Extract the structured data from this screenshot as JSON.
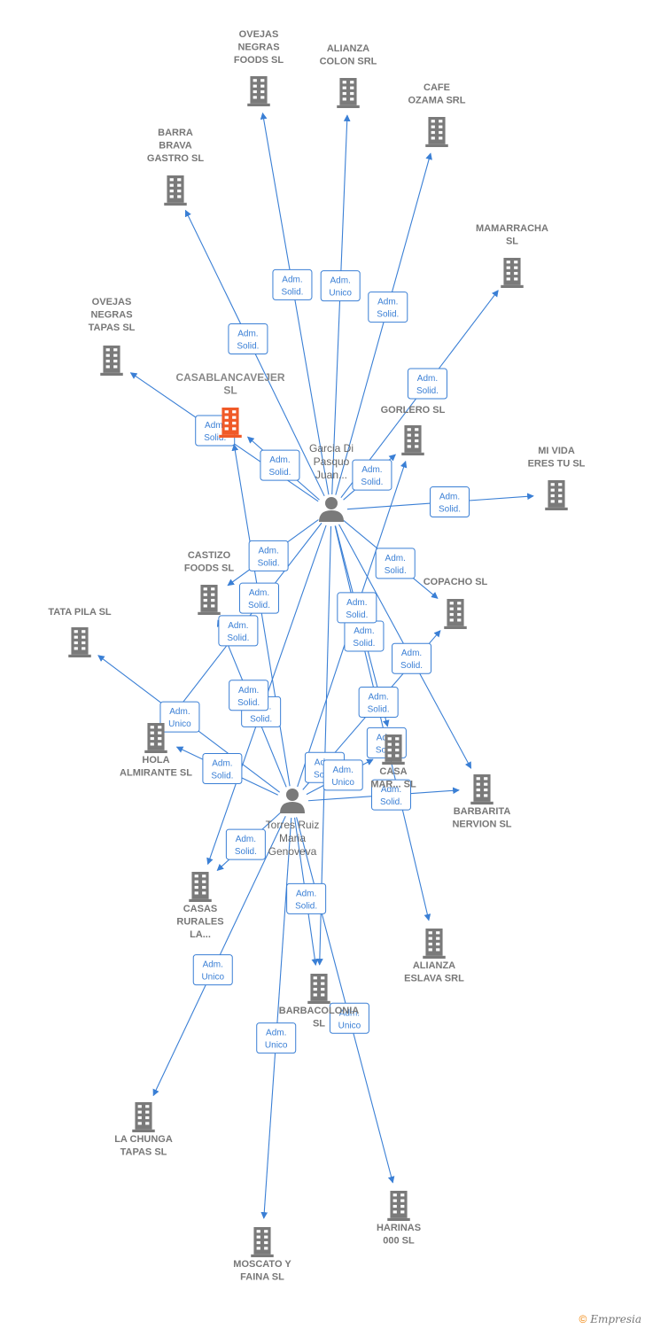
{
  "colors": {
    "edge": "#3a7fd5",
    "building": "#7a7a7a",
    "building_focus": "#f05a28",
    "person": "#7a7a7a",
    "label": "#777777",
    "edge_label_bg": "#ffffff"
  },
  "persons": [
    {
      "id": "garcia",
      "label_lines": [
        "Garcia Di",
        "Pasquo",
        "Juan..."
      ]
    },
    {
      "id": "torres",
      "label_lines": [
        "Torres Ruiz",
        "Maria",
        "Genoveva"
      ]
    }
  ],
  "companies": [
    {
      "id": "ovejas_foods",
      "label_lines": [
        "OVEJAS",
        "NEGRAS",
        "FOODS  SL"
      ]
    },
    {
      "id": "alianza_colon",
      "label_lines": [
        "ALIANZA",
        "COLON SRL"
      ]
    },
    {
      "id": "cafe_ozama",
      "label_lines": [
        "CAFE",
        "OZAMA SRL"
      ]
    },
    {
      "id": "barra_brava",
      "label_lines": [
        "BARRA",
        "BRAVA",
        "GASTRO  SL"
      ]
    },
    {
      "id": "mamarracha",
      "label_lines": [
        "MAMARRACHA",
        "SL"
      ]
    },
    {
      "id": "ovejas_tapas",
      "label_lines": [
        "OVEJAS",
        "NEGRAS",
        "TAPAS  SL"
      ]
    },
    {
      "id": "casablanca",
      "label_lines": [
        "CASABLANCAVEJER",
        "SL"
      ],
      "focus": true
    },
    {
      "id": "gorlero",
      "label_lines": [
        "GORLERO  SL"
      ]
    },
    {
      "id": "mi_vida",
      "label_lines": [
        "MI VIDA",
        "ERES TU  SL"
      ]
    },
    {
      "id": "castizo",
      "label_lines": [
        "CASTIZO",
        "FOODS  SL"
      ]
    },
    {
      "id": "copacho",
      "label_lines": [
        "COPACHO  SL"
      ]
    },
    {
      "id": "tata_pila",
      "label_lines": [
        "TATA PILA  SL"
      ]
    },
    {
      "id": "hola_almirante",
      "label_lines": [
        "HOLA",
        "ALMIRANTE  SL"
      ]
    },
    {
      "id": "casa_mar",
      "label_lines": [
        "CASA",
        "MAR...  SL"
      ]
    },
    {
      "id": "barbarita",
      "label_lines": [
        "BARBARITA",
        "NERVION  SL"
      ]
    },
    {
      "id": "casas_rurales",
      "label_lines": [
        "CASAS",
        "RURALES",
        "LA..."
      ]
    },
    {
      "id": "alianza_eslava",
      "label_lines": [
        "ALIANZA",
        "ESLAVA SRL"
      ]
    },
    {
      "id": "barbacolonia",
      "label_lines": [
        "BARBACOLONIA",
        "SL"
      ]
    },
    {
      "id": "la_chunga",
      "label_lines": [
        "LA CHUNGA",
        "TAPAS  SL"
      ]
    },
    {
      "id": "harinas",
      "label_lines": [
        "HARINAS",
        "000  SL"
      ]
    },
    {
      "id": "moscato",
      "label_lines": [
        "MOSCATO Y",
        "FAINA  SL"
      ]
    }
  ],
  "edges": [
    {
      "from": "garcia",
      "to": "ovejas_foods",
      "role": [
        "Adm.",
        "Solid."
      ]
    },
    {
      "from": "garcia",
      "to": "alianza_colon",
      "role": [
        "Adm.",
        "Unico"
      ]
    },
    {
      "from": "garcia",
      "to": "cafe_ozama",
      "role": [
        "Adm.",
        "Solid."
      ]
    },
    {
      "from": "garcia",
      "to": "barra_brava",
      "role": [
        "Adm.",
        "Solid."
      ]
    },
    {
      "from": "garcia",
      "to": "mamarracha",
      "role": [
        "Adm.",
        "Solid."
      ]
    },
    {
      "from": "garcia",
      "to": "ovejas_tapas",
      "role": [
        "Adm.",
        "Solid."
      ]
    },
    {
      "from": "garcia",
      "to": "casablanca",
      "role": [
        "Adm.",
        "Solid."
      ]
    },
    {
      "from": "garcia",
      "to": "gorlero",
      "role": [
        "Adm.",
        "Solid."
      ]
    },
    {
      "from": "garcia",
      "to": "mi_vida",
      "role": [
        "Adm.",
        "Solid."
      ]
    },
    {
      "from": "garcia",
      "to": "castizo",
      "role": [
        "Adm.",
        "Solid."
      ]
    },
    {
      "from": "garcia",
      "to": "copacho",
      "role": [
        "Adm.",
        "Solid."
      ]
    },
    {
      "from": "garcia",
      "to": "hola_almirante",
      "role": [
        "Adm.",
        "Solid."
      ]
    },
    {
      "from": "garcia",
      "to": "casa_mar",
      "role": [
        "Adm.",
        "Solid."
      ]
    },
    {
      "from": "garcia",
      "to": "barbarita",
      "role": [
        "Adm.",
        "Solid."
      ]
    },
    {
      "from": "garcia",
      "to": "casas_rurales",
      "role": [
        "Adm.",
        "Solid."
      ]
    },
    {
      "from": "garcia",
      "to": "barbacolonia",
      "role": [
        "Adm.",
        "Solid."
      ]
    },
    {
      "from": "garcia",
      "to": "alianza_eslava",
      "role": [
        "Adm.",
        "Solid."
      ]
    },
    {
      "from": "torres",
      "to": "casablanca",
      "role": [
        "Adm.",
        "Solid."
      ]
    },
    {
      "from": "torres",
      "to": "castizo",
      "role": [
        "Adm.",
        "Solid."
      ]
    },
    {
      "from": "torres",
      "to": "tata_pila",
      "role": [
        "Adm.",
        "Unico"
      ]
    },
    {
      "from": "torres",
      "to": "hola_almirante",
      "role": [
        "Adm.",
        "Solid."
      ]
    },
    {
      "from": "torres",
      "to": "gorlero",
      "role": [
        "Adm.",
        "Solid."
      ]
    },
    {
      "from": "torres",
      "to": "copacho",
      "role": [
        "Adm.",
        "Solid."
      ]
    },
    {
      "from": "torres",
      "to": "casa_mar",
      "role": [
        "Adm.",
        "Unico"
      ]
    },
    {
      "from": "torres",
      "to": "barbarita",
      "role": [
        "Adm.",
        "Solid."
      ]
    },
    {
      "from": "torres",
      "to": "casas_rurales",
      "role": [
        "Adm.",
        "Solid."
      ]
    },
    {
      "from": "torres",
      "to": "barbacolonia",
      "role": [
        "Adm.",
        "Solid."
      ]
    },
    {
      "from": "torres",
      "to": "la_chunga",
      "role": [
        "Adm.",
        "Unico"
      ]
    },
    {
      "from": "torres",
      "to": "moscato",
      "role": [
        "Adm.",
        "Unico"
      ]
    },
    {
      "from": "torres",
      "to": "harinas",
      "role": [
        "Adm.",
        "Unico"
      ]
    }
  ],
  "footer": {
    "copyright": "©",
    "brand": "Empresia"
  }
}
